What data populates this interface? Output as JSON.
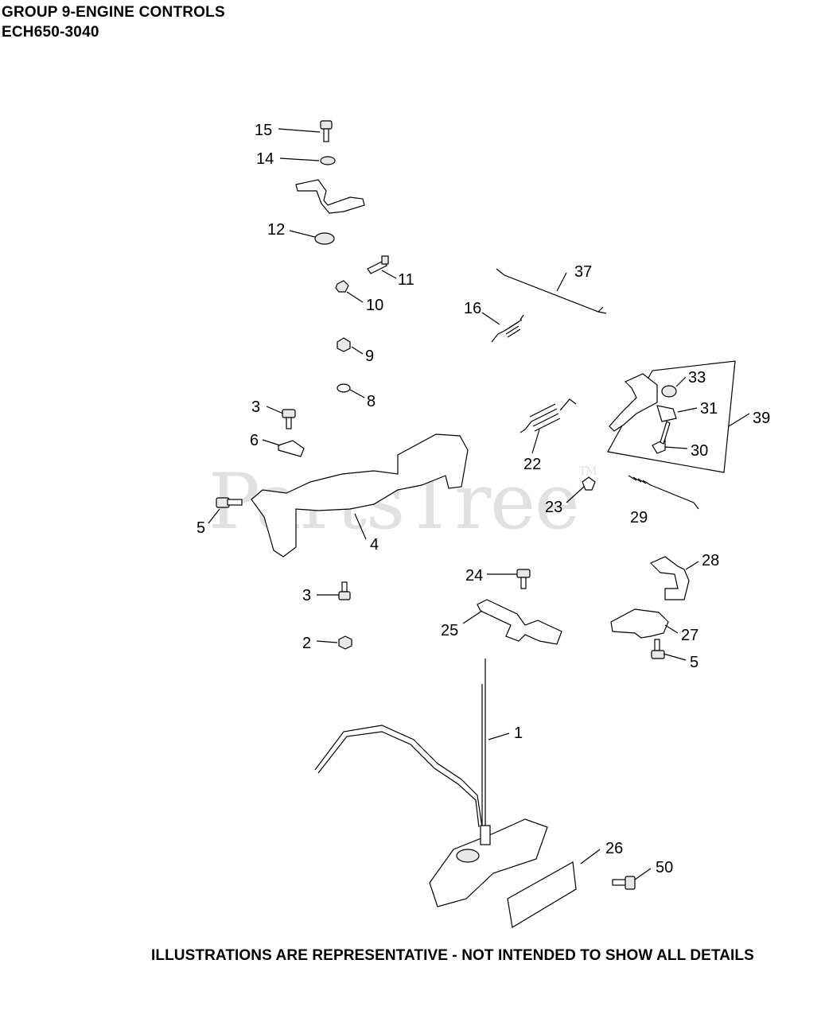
{
  "header": {
    "title": "GROUP 9-ENGINE CONTROLS",
    "model": "ECH650-3040"
  },
  "footer": "ILLUSTRATIONS ARE REPRESENTATIVE - NOT INTENDED TO SHOW ALL DETAILS",
  "watermark": {
    "text": "PartsTree",
    "mark": "TM"
  },
  "callouts": [
    "15",
    "14",
    "12",
    "11",
    "37",
    "10",
    "16",
    "9",
    "33",
    "8",
    "31",
    "3",
    "39",
    "6",
    "30",
    "22",
    "5",
    "23",
    "29",
    "4",
    "28",
    "24",
    "3",
    "25",
    "27",
    "2",
    "5",
    "1",
    "26",
    "50"
  ]
}
